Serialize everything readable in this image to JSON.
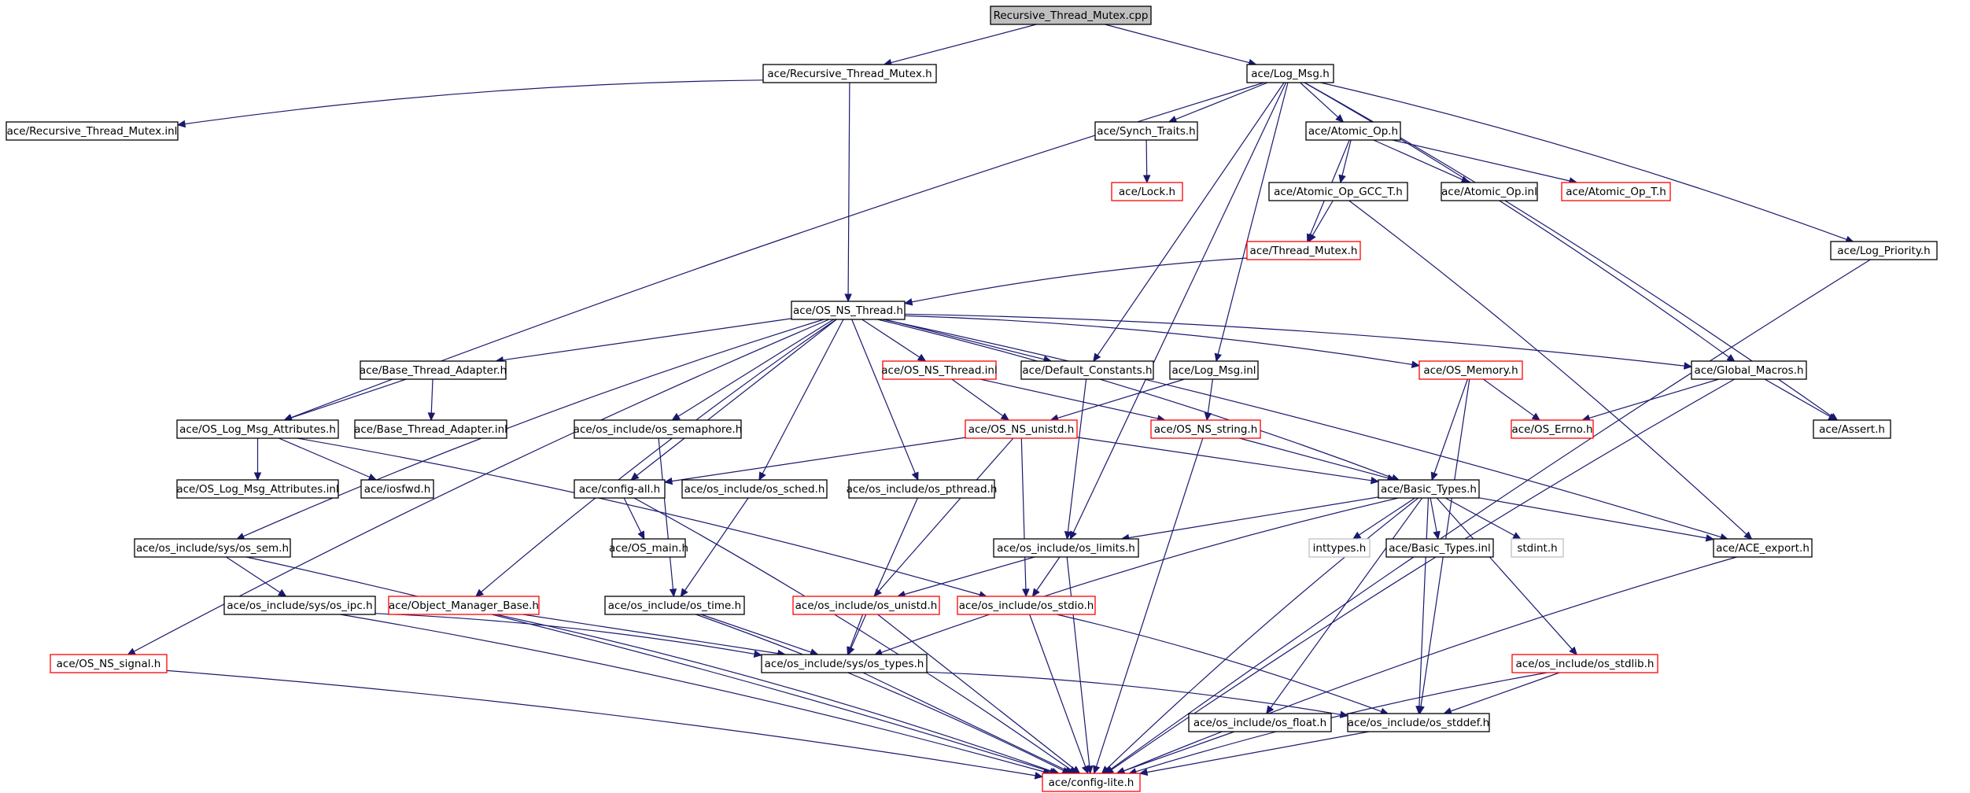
{
  "graph": {
    "title": "Recursive_Thread_Mutex.cpp",
    "colors": {
      "edge": "#191970",
      "border_default": "#000000",
      "border_truncated": "#ff0000",
      "border_plain": "#bfbfbf",
      "root_fill": "#bfbfbf",
      "node_fill": "#ffffff"
    },
    "nodes": [
      {
        "id": "root",
        "label": "Recursive_Thread_Mutex.cpp",
        "style": "root"
      },
      {
        "id": "rtm_h",
        "label": "ace/Recursive_Thread_Mutex.h",
        "style": "normal"
      },
      {
        "id": "log_msg_h",
        "label": "ace/Log_Msg.h",
        "style": "normal"
      },
      {
        "id": "rtm_inl",
        "label": "ace/Recursive_Thread_Mutex.inl",
        "style": "normal"
      },
      {
        "id": "synch_traits",
        "label": "ace/Synch_Traits.h",
        "style": "normal"
      },
      {
        "id": "atomic_op",
        "label": "ace/Atomic_Op.h",
        "style": "normal"
      },
      {
        "id": "lock_h",
        "label": "ace/Lock.h",
        "style": "truncated"
      },
      {
        "id": "atomic_gcc",
        "label": "ace/Atomic_Op_GCC_T.h",
        "style": "normal"
      },
      {
        "id": "atomic_inl",
        "label": "ace/Atomic_Op.inl",
        "style": "normal"
      },
      {
        "id": "atomic_t",
        "label": "ace/Atomic_Op_T.h",
        "style": "truncated"
      },
      {
        "id": "log_priority",
        "label": "ace/Log_Priority.h",
        "style": "normal"
      },
      {
        "id": "thread_mutex",
        "label": "ace/Thread_Mutex.h",
        "style": "truncated"
      },
      {
        "id": "os_ns_thread",
        "label": "ace/OS_NS_Thread.h",
        "style": "normal"
      },
      {
        "id": "base_ta",
        "label": "ace/Base_Thread_Adapter.h",
        "style": "normal"
      },
      {
        "id": "os_ns_thread_inl",
        "label": "ace/OS_NS_Thread.inl",
        "style": "truncated"
      },
      {
        "id": "default_constants",
        "label": "ace/Default_Constants.h",
        "style": "normal"
      },
      {
        "id": "log_msg_inl",
        "label": "ace/Log_Msg.inl",
        "style": "normal"
      },
      {
        "id": "os_memory",
        "label": "ace/OS_Memory.h",
        "style": "truncated"
      },
      {
        "id": "global_macros",
        "label": "ace/Global_Macros.h",
        "style": "normal"
      },
      {
        "id": "os_log_msg_attr",
        "label": "ace/OS_Log_Msg_Attributes.h",
        "style": "normal"
      },
      {
        "id": "base_ta_inl",
        "label": "ace/Base_Thread_Adapter.inl",
        "style": "normal"
      },
      {
        "id": "os_semaphore",
        "label": "ace/os_include/os_semaphore.h",
        "style": "normal"
      },
      {
        "id": "os_ns_unistd",
        "label": "ace/OS_NS_unistd.h",
        "style": "truncated"
      },
      {
        "id": "os_ns_string",
        "label": "ace/OS_NS_string.h",
        "style": "truncated"
      },
      {
        "id": "os_errno",
        "label": "ace/OS_Errno.h",
        "style": "truncated"
      },
      {
        "id": "assert_h",
        "label": "ace/Assert.h",
        "style": "normal"
      },
      {
        "id": "os_log_msg_attr_inl",
        "label": "ace/OS_Log_Msg_Attributes.inl",
        "style": "normal"
      },
      {
        "id": "iosfwd",
        "label": "ace/iosfwd.h",
        "style": "normal"
      },
      {
        "id": "config_all",
        "label": "ace/config-all.h",
        "style": "normal"
      },
      {
        "id": "os_sched",
        "label": "ace/os_include/os_sched.h",
        "style": "normal"
      },
      {
        "id": "os_pthread",
        "label": "ace/os_include/os_pthread.h",
        "style": "normal"
      },
      {
        "id": "basic_types",
        "label": "ace/Basic_Types.h",
        "style": "normal"
      },
      {
        "id": "os_sem",
        "label": "ace/os_include/sys/os_sem.h",
        "style": "normal"
      },
      {
        "id": "os_main",
        "label": "ace/OS_main.h",
        "style": "normal"
      },
      {
        "id": "os_limits",
        "label": "ace/os_include/os_limits.h",
        "style": "normal"
      },
      {
        "id": "inttypes",
        "label": "inttypes.h",
        "style": "plain"
      },
      {
        "id": "basic_types_inl",
        "label": "ace/Basic_Types.inl",
        "style": "normal"
      },
      {
        "id": "stdint",
        "label": "stdint.h",
        "style": "plain"
      },
      {
        "id": "ace_export",
        "label": "ace/ACE_export.h",
        "style": "normal"
      },
      {
        "id": "os_ipc",
        "label": "ace/os_include/sys/os_ipc.h",
        "style": "normal"
      },
      {
        "id": "obj_mgr_base",
        "label": "ace/Object_Manager_Base.h",
        "style": "truncated"
      },
      {
        "id": "os_time",
        "label": "ace/os_include/os_time.h",
        "style": "normal"
      },
      {
        "id": "os_unistd",
        "label": "ace/os_include/os_unistd.h",
        "style": "truncated"
      },
      {
        "id": "os_stdio",
        "label": "ace/os_include/os_stdio.h",
        "style": "truncated"
      },
      {
        "id": "os_ns_signal",
        "label": "ace/OS_NS_signal.h",
        "style": "truncated"
      },
      {
        "id": "os_types",
        "label": "ace/os_include/sys/os_types.h",
        "style": "normal"
      },
      {
        "id": "os_stdlib",
        "label": "ace/os_include/os_stdlib.h",
        "style": "truncated"
      },
      {
        "id": "os_float",
        "label": "ace/os_include/os_float.h",
        "style": "normal"
      },
      {
        "id": "os_stddef",
        "label": "ace/os_include/os_stddef.h",
        "style": "normal"
      },
      {
        "id": "config_lite",
        "label": "ace/config-lite.h",
        "style": "truncated"
      }
    ],
    "edges": [
      [
        "root",
        "rtm_h"
      ],
      [
        "root",
        "log_msg_h"
      ],
      [
        "rtm_h",
        "rtm_inl"
      ],
      [
        "rtm_h",
        "os_ns_thread"
      ],
      [
        "log_msg_h",
        "synch_traits"
      ],
      [
        "log_msg_h",
        "atomic_op"
      ],
      [
        "log_msg_h",
        "log_priority"
      ],
      [
        "log_msg_h",
        "os_log_msg_attr"
      ],
      [
        "log_msg_h",
        "default_constants"
      ],
      [
        "log_msg_h",
        "log_msg_inl"
      ],
      [
        "log_msg_h",
        "global_macros"
      ],
      [
        "log_msg_h",
        "assert_h"
      ],
      [
        "log_msg_h",
        "os_limits"
      ],
      [
        "synch_traits",
        "lock_h"
      ],
      [
        "atomic_op",
        "atomic_gcc"
      ],
      [
        "atomic_op",
        "atomic_inl"
      ],
      [
        "atomic_op",
        "atomic_t"
      ],
      [
        "atomic_op",
        "thread_mutex"
      ],
      [
        "atomic_gcc",
        "thread_mutex"
      ],
      [
        "atomic_gcc",
        "ace_export"
      ],
      [
        "thread_mutex",
        "os_ns_thread"
      ],
      [
        "os_ns_thread",
        "base_ta"
      ],
      [
        "os_ns_thread",
        "os_ns_thread_inl"
      ],
      [
        "os_ns_thread",
        "default_constants"
      ],
      [
        "os_ns_thread",
        "os_memory"
      ],
      [
        "os_ns_thread",
        "global_macros"
      ],
      [
        "os_ns_thread",
        "os_semaphore"
      ],
      [
        "os_ns_thread",
        "config_all"
      ],
      [
        "os_ns_thread",
        "os_sched"
      ],
      [
        "os_ns_thread",
        "os_pthread"
      ],
      [
        "os_ns_thread",
        "basic_types"
      ],
      [
        "os_ns_thread",
        "os_sem"
      ],
      [
        "os_ns_thread",
        "obj_mgr_base"
      ],
      [
        "os_ns_thread",
        "os_ns_signal"
      ],
      [
        "os_ns_thread",
        "ace_export"
      ],
      [
        "base_ta",
        "os_log_msg_attr"
      ],
      [
        "base_ta",
        "base_ta_inl"
      ],
      [
        "os_ns_thread_inl",
        "os_ns_unistd"
      ],
      [
        "os_ns_thread_inl",
        "os_ns_string"
      ],
      [
        "default_constants",
        "os_limits"
      ],
      [
        "log_msg_inl",
        "os_ns_unistd"
      ],
      [
        "log_msg_inl",
        "os_ns_string"
      ],
      [
        "os_memory",
        "os_errno"
      ],
      [
        "os_memory",
        "basic_types"
      ],
      [
        "os_memory",
        "os_stddef"
      ],
      [
        "global_macros",
        "os_errno"
      ],
      [
        "global_macros",
        "assert_h"
      ],
      [
        "global_macros",
        "config_lite"
      ],
      [
        "os_log_msg_attr",
        "os_log_msg_attr_inl"
      ],
      [
        "os_log_msg_attr",
        "iosfwd"
      ],
      [
        "os_log_msg_attr",
        "os_stdio"
      ],
      [
        "os_semaphore",
        "os_time"
      ],
      [
        "os_ns_unistd",
        "config_all"
      ],
      [
        "os_ns_unistd",
        "basic_types"
      ],
      [
        "os_ns_unistd",
        "os_unistd"
      ],
      [
        "os_ns_unistd",
        "os_stdio"
      ],
      [
        "os_ns_string",
        "basic_types"
      ],
      [
        "os_ns_string",
        "config_lite"
      ],
      [
        "config_all",
        "os_main"
      ],
      [
        "config_all",
        "config_lite"
      ],
      [
        "os_sched",
        "os_time"
      ],
      [
        "os_pthread",
        "os_types"
      ],
      [
        "basic_types",
        "os_limits"
      ],
      [
        "basic_types",
        "inttypes"
      ],
      [
        "basic_types",
        "basic_types_inl"
      ],
      [
        "basic_types",
        "stdint"
      ],
      [
        "basic_types",
        "ace_export"
      ],
      [
        "basic_types",
        "os_types"
      ],
      [
        "basic_types",
        "os_stdlib"
      ],
      [
        "basic_types",
        "os_float"
      ],
      [
        "basic_types",
        "os_stddef"
      ],
      [
        "basic_types",
        "config_lite"
      ],
      [
        "os_sem",
        "os_ipc"
      ],
      [
        "os_sem",
        "config_lite"
      ],
      [
        "os_limits",
        "os_unistd"
      ],
      [
        "os_limits",
        "os_stdio"
      ],
      [
        "os_limits",
        "config_lite"
      ],
      [
        "ace_export",
        "config_lite"
      ],
      [
        "os_ipc",
        "os_types"
      ],
      [
        "os_ipc",
        "config_lite"
      ],
      [
        "obj_mgr_base",
        "os_types"
      ],
      [
        "obj_mgr_base",
        "config_lite"
      ],
      [
        "os_time",
        "os_types"
      ],
      [
        "os_time",
        "config_lite"
      ],
      [
        "os_unistd",
        "os_types"
      ],
      [
        "os_unistd",
        "config_lite"
      ],
      [
        "os_stdio",
        "os_stddef"
      ],
      [
        "os_stdio",
        "config_lite"
      ],
      [
        "os_ns_signal",
        "config_lite"
      ],
      [
        "os_types",
        "os_stddef"
      ],
      [
        "os_types",
        "config_lite"
      ],
      [
        "os_stdlib",
        "os_stddef"
      ],
      [
        "os_stdlib",
        "config_lite"
      ],
      [
        "os_float",
        "config_lite"
      ],
      [
        "os_stddef",
        "config_lite"
      ],
      [
        "log_priority",
        "config_lite"
      ]
    ]
  }
}
